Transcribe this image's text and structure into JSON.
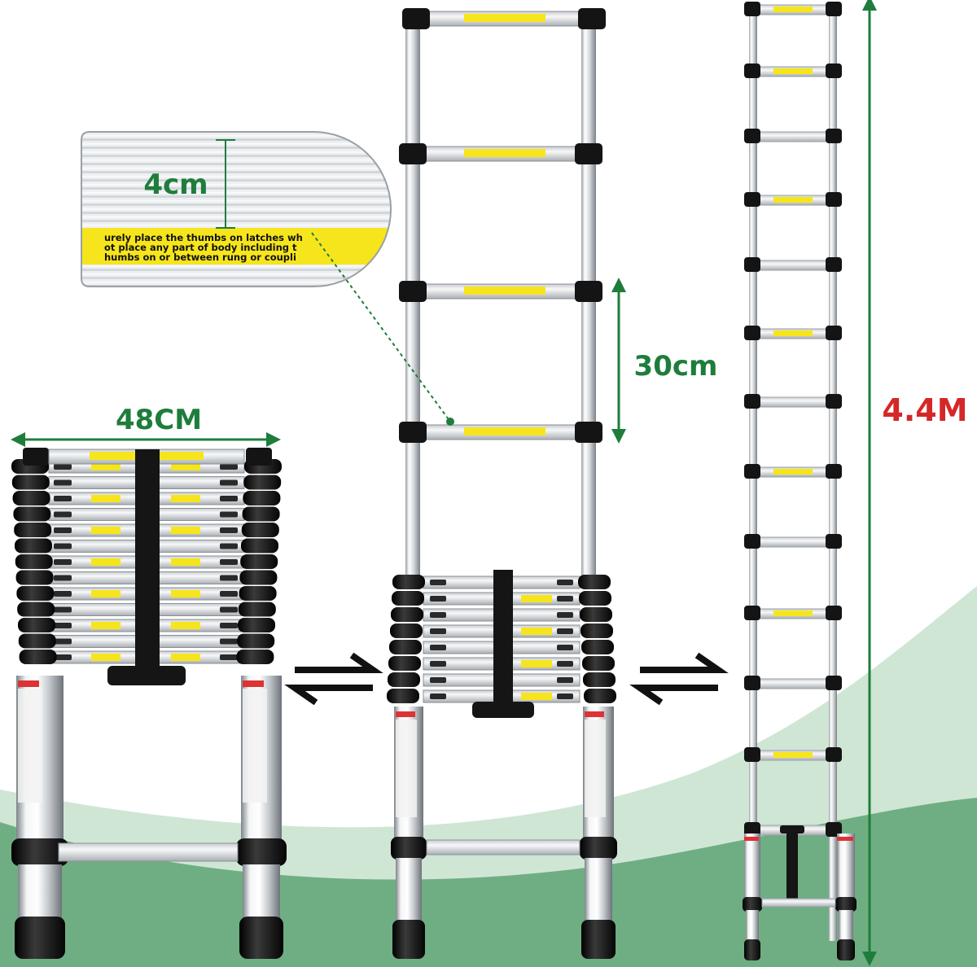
{
  "measurements": {
    "rung_height": "4cm",
    "collapsed_width": "48CM",
    "rung_spacing": "30cm",
    "full_height": "4.4M"
  },
  "warning_label": {
    "line1": "urely place the thumbs on latches wh",
    "line2": "ot place any part of body including t",
    "line3": "humbs on or between rung or coupli"
  },
  "colors": {
    "measure_green": "#1e7d3b",
    "measure_red": "#d42828",
    "bg_green_dark": "#6fae83",
    "bg_green_light": "#cfe6d5",
    "label_yellow": "#f6e51c",
    "cap_black": "#141414"
  },
  "icons": {
    "state_arrows": "equilibrium-arrows-icon"
  }
}
